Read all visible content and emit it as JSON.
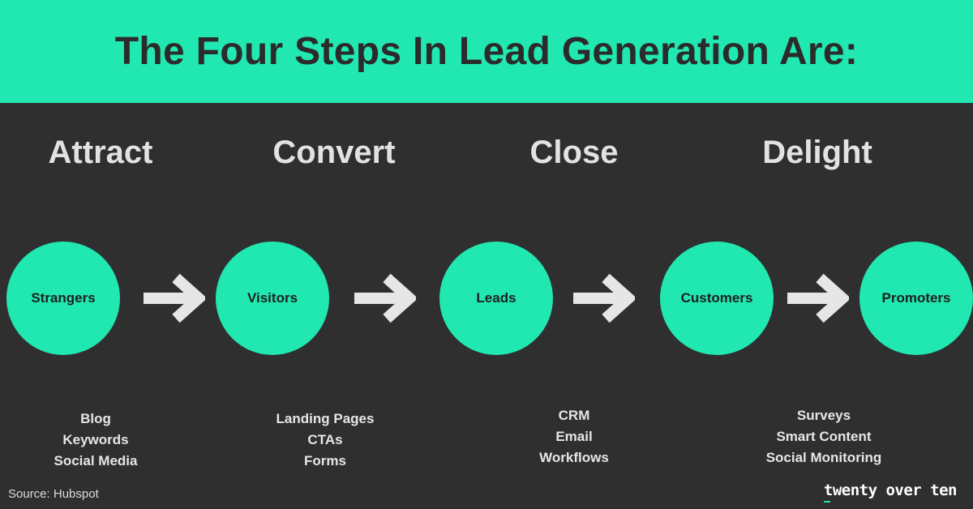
{
  "header": {
    "title": "The Four Steps In Lead Generation Are:"
  },
  "stages": [
    "Attract",
    "Convert",
    "Close",
    "Delight"
  ],
  "nodes": [
    "Strangers",
    "Visitors",
    "Leads",
    "Customers",
    "Promoters"
  ],
  "tools": [
    [
      "Blog",
      "Keywords",
      "Social Media"
    ],
    [
      "Landing Pages",
      "CTAs",
      "Forms"
    ],
    [
      "CRM",
      "Email",
      "Workflows"
    ],
    [
      "Surveys",
      "Smart Content",
      "Social Monitoring"
    ]
  ],
  "footer": {
    "source": "Source: Hubspot",
    "brand": "twenty over ten"
  },
  "colors": {
    "accent": "#21e8b0",
    "background": "#2f2f2f",
    "arrow": "#e6e6e6"
  }
}
